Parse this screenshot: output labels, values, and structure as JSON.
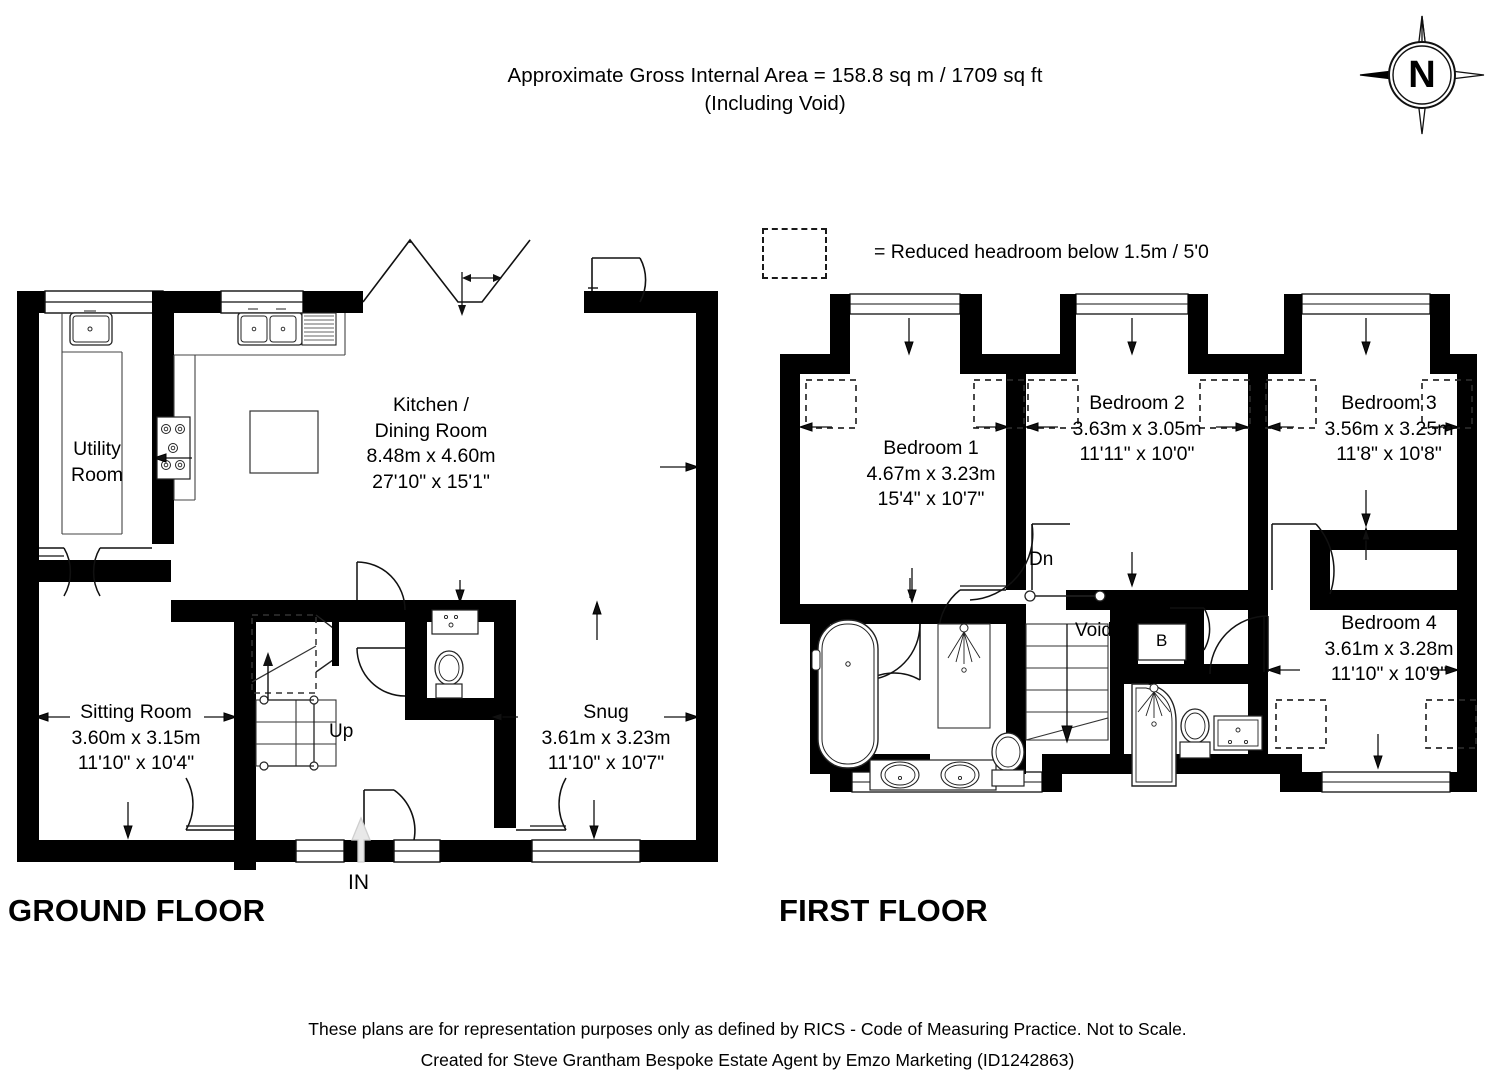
{
  "header": {
    "line1": "Approximate Gross Internal Area = 158.8 sq m / 1709 sq ft",
    "line2": "(Including Void)"
  },
  "compass": {
    "north_letter": "N",
    "icon": "compass-rose-icon"
  },
  "legend": {
    "swatch_icon": "dashed-rectangle-swatch",
    "text": "= Reduced headroom below 1.5m / 5'0"
  },
  "floors": [
    {
      "id": "ground",
      "title": "GROUND FLOOR",
      "rooms": [
        {
          "name": "Utility Room",
          "name_lines": [
            "Utility",
            "Room"
          ],
          "metric": "",
          "imperial": ""
        },
        {
          "name": "Kitchen / Dining Room",
          "name_lines": [
            "Kitchen /",
            "Dining Room"
          ],
          "metric": "8.48m x 4.60m",
          "imperial": "27'10\" x 15'1\""
        },
        {
          "name": "Sitting Room",
          "name_lines": [
            "Sitting Room"
          ],
          "metric": "3.60m x 3.15m",
          "imperial": "11'10\" x 10'4\""
        },
        {
          "name": "Snug",
          "name_lines": [
            "Snug"
          ],
          "metric": "3.61m x 3.23m",
          "imperial": "11'10\" x 10'7\""
        }
      ],
      "markers": [
        {
          "label": "Up",
          "name": "stairs-up-label"
        },
        {
          "label": "IN",
          "name": "entrance-in-label"
        }
      ]
    },
    {
      "id": "first",
      "title": "FIRST FLOOR",
      "rooms": [
        {
          "name": "Bedroom 1",
          "name_lines": [
            "Bedroom 1"
          ],
          "metric": "4.67m x 3.23m",
          "imperial": "15'4\" x 10'7\""
        },
        {
          "name": "Bedroom 2",
          "name_lines": [
            "Bedroom 2"
          ],
          "metric": "3.63m x 3.05m",
          "imperial": "11'11\" x 10'0\""
        },
        {
          "name": "Bedroom 3",
          "name_lines": [
            "Bedroom 3"
          ],
          "metric": "3.56m x 3.25m",
          "imperial": "11'8\" x 10'8\""
        },
        {
          "name": "Bedroom 4",
          "name_lines": [
            "Bedroom 4"
          ],
          "metric": "3.61m x 3.28m",
          "imperial": "11'10\" x 10'9\""
        }
      ],
      "markers": [
        {
          "label": "Dn",
          "name": "stairs-down-label"
        },
        {
          "label": "Void",
          "name": "void-label"
        },
        {
          "label": "B",
          "name": "boiler-cupboard-label"
        }
      ]
    }
  ],
  "labels": {
    "ground": {
      "utility_l1": "Utility",
      "utility_l2": "Room",
      "kitchen_l1": "Kitchen /",
      "kitchen_l2": "Dining Room",
      "kitchen_metric": "8.48m x 4.60m",
      "kitchen_imperial": "27'10\" x 15'1\"",
      "sitting_name": "Sitting Room",
      "sitting_metric": "3.60m x 3.15m",
      "sitting_imperial": "11'10\" x 10'4\"",
      "snug_name": "Snug",
      "snug_metric": "3.61m x 3.23m",
      "snug_imperial": "11'10\" x 10'7\"",
      "up": "Up",
      "in": "IN"
    },
    "first": {
      "bed1_name": "Bedroom 1",
      "bed1_metric": "4.67m x 3.23m",
      "bed1_imperial": "15'4\" x 10'7\"",
      "bed2_name": "Bedroom 2",
      "bed2_metric": "3.63m x 3.05m",
      "bed2_imperial": "11'11\" x 10'0\"",
      "bed3_name": "Bedroom 3",
      "bed3_metric": "3.56m x 3.25m",
      "bed3_imperial": "11'8\" x 10'8\"",
      "bed4_name": "Bedroom 4",
      "bed4_metric": "3.61m x 3.28m",
      "bed4_imperial": "11'10\" x 10'9\"",
      "dn": "Dn",
      "void": "Void",
      "b": "B"
    }
  },
  "footer": {
    "line1": "These plans are for representation purposes only as defined by RICS - Code of Measuring Practice. Not to Scale.",
    "line2": "Created for Steve Grantham Bespoke Estate Agent by Emzo Marketing (ID1242863)"
  },
  "colors": {
    "wall": "#000000",
    "background": "#ffffff",
    "line": "#1a1a1a",
    "dashed": "#262626"
  }
}
